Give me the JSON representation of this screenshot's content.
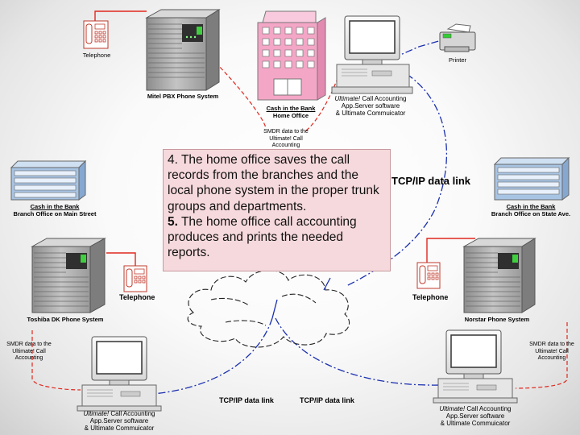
{
  "labels": {
    "telephone_top": "Telephone",
    "mitel": "Mitel PBX Phone System",
    "home_bank": "Cash in the Bank",
    "home_office": "Home Office",
    "app_top_1_italic": "Ultimate!",
    "app_top_1_rest": " Call Accounting",
    "app_top_2": "App.Server software",
    "app_top_3": "& Ultimate Commuicator",
    "printer": "Printer",
    "smdr_top": "SMDR data to the Ultimate! Call Accounting",
    "tcpip_right": "TCP/IP data link",
    "left_bank": "Cash in the Bank",
    "left_branch": "Branch Office on Main Street",
    "right_bank": "Cash in the Bank",
    "right_branch": "Branch Office on State Ave.",
    "telephone_left": "Telephone",
    "telephone_right": "Telephone",
    "toshiba": "Toshiba DK Phone System",
    "norstar": "Norstar Phone System",
    "smdr_left": "SMDR data to the Ultimate! Call Accounting",
    "smdr_right": "SMDR data to the Ultimate! Call Accounting",
    "tcpip_bottom_left": "TCP/IP data link",
    "tcpip_bottom_right": "TCP/IP data link",
    "app_bl_1_italic": "Ultimate!",
    "app_bl_1_rest": " Call Accounting",
    "app_bl_2": "App.Server software",
    "app_bl_3": "& Ultimate Commuicator",
    "app_br_1_italic": "Ultimate!",
    "app_br_1_rest": " Call Accounting",
    "app_br_2": "App.Server software",
    "app_br_3": "& Ultimate Commuicator"
  },
  "callout": {
    "step4_num": "4.",
    "step4_text": " The home office saves the call records from the branches and the local phone system in the proper trunk groups and departments.",
    "step5_num": "5.",
    "step5_text": " The home office call accounting produces and prints the needed reports."
  },
  "colors": {
    "red_link": "#e0281e",
    "blue_link": "#1a2fb0",
    "callout_bg": "#f6d9dc",
    "home_building": "#f4a6c6",
    "branch_building": "#a8c4e4"
  }
}
